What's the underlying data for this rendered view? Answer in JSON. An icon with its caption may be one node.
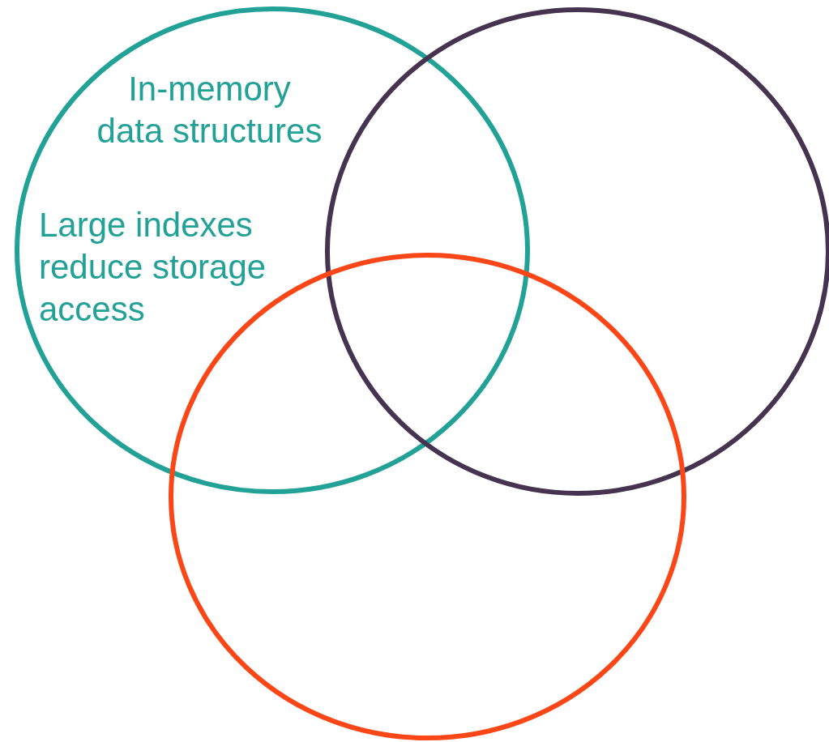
{
  "diagram": {
    "nodes": [
      {
        "text": [
          "In-memory data structures",
          "Large indexes reduce storage access"
        ]
      },
      {
        "text": [],
        "shape": "circle"
      },
      {
        "text": [],
        "shape": "circle"
      }
    ]
  }
}
